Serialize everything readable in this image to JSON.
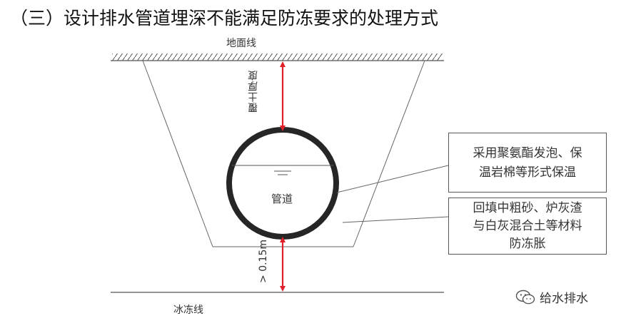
{
  "title": "（三）设计排水管道埋深不能满足防冻要求的处理方式",
  "labels": {
    "ground_line": "地面线",
    "frost_line": "冰冻线",
    "cover_thickness": "覆土厚度",
    "min_depth": "> 0.15m",
    "pipe": "管道"
  },
  "callouts": {
    "insulation": [
      "采用聚氨酯发泡、保",
      "温岩棉等形式保温"
    ],
    "backfill": [
      "回填中粗砂、炉灰渣",
      "与白灰混合土等材料",
      "防冻胀"
    ]
  },
  "watermark": {
    "icon": "wechat-icon",
    "text": "给水排水"
  },
  "colors": {
    "arrow": "#e0202a",
    "pipe_ring": "#262626",
    "line": "#555555"
  }
}
